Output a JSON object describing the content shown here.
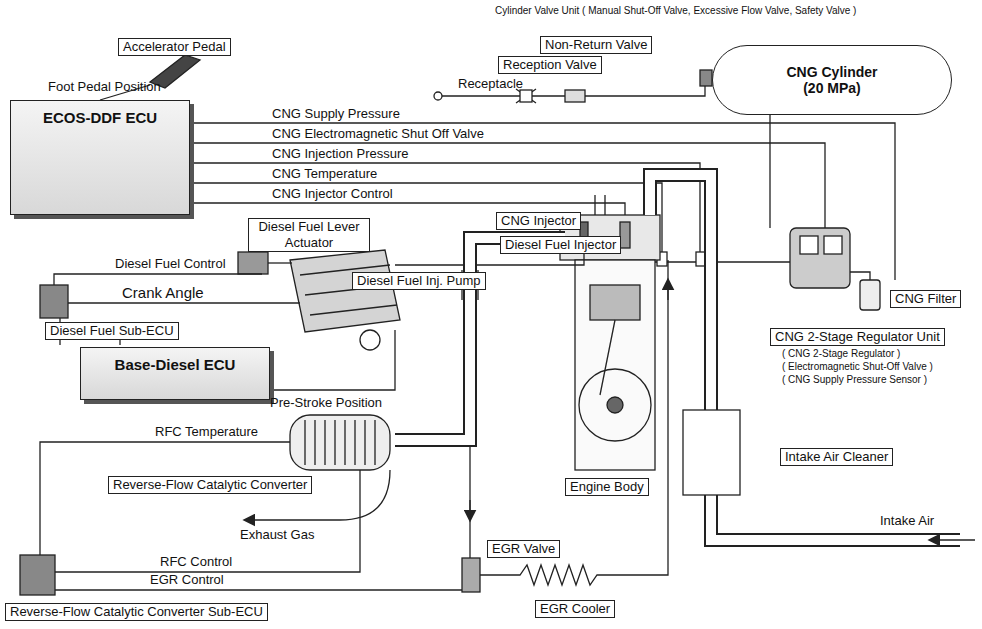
{
  "diagram": {
    "nodes": [
      {
        "text": [
          "Accelerator Pedal"
        ]
      },
      {
        "text": [
          "ECOS-DDF ECU"
        ]
      },
      {
        "text": [
          "Non-Return Valve"
        ]
      },
      {
        "text": [
          "Reception Valve"
        ]
      },
      {
        "text": [
          "CNG Cylinder (20 MPa)"
        ]
      },
      {
        "text": [
          "CNG Injector"
        ]
      },
      {
        "text": [
          "Diesel Fuel Injector"
        ]
      },
      {
        "text": [
          "Diesel Fuel Lever Actuator"
        ]
      },
      {
        "text": [
          "Diesel Fuel Inj. Pump"
        ]
      },
      {
        "text": [
          "Diesel Fuel Sub-ECU"
        ]
      },
      {
        "text": [
          "CNG Filter"
        ]
      },
      {
        "text": [
          "CNG 2-Stage Regulator Unit"
        ]
      },
      {
        "text": [
          "Base-Diesel ECU"
        ]
      },
      {
        "text": [
          "Reverse-Flow Catalytic Converter"
        ]
      },
      {
        "text": [
          "Engine Body"
        ]
      },
      {
        "text": [
          "Intake Air Cleaner"
        ]
      },
      {
        "text": [
          "EGR Valve"
        ]
      },
      {
        "text": [
          "EGR Cooler"
        ]
      },
      {
        "text": [
          "Reverse-Flow Catalytic Converter Sub-ECU"
        ]
      }
    ],
    "labels": [
      "Cylinder Valve Unit ( Manual Shut-Off Valve, Excessive Flow Valve, Safety Valve )",
      "Foot Pedal Position",
      "Receptacle",
      "CNG Supply Pressure",
      "CNG Electromagnetic Shut Off Valve",
      "CNG Injection Pressure",
      "CNG Temperature",
      "CNG Injector Control",
      "Diesel Fuel Control",
      "Crank Angle",
      "Pre-Stroke Position",
      "( CNG 2-Stage Regulator )",
      "( Electromagnetic Shut-Off Valve )",
      "( CNG Supply Pressure Sensor )",
      "RFC Temperature",
      "Exhaust Gas",
      "Intake Air",
      "RFC Control",
      "EGR Control"
    ]
  }
}
